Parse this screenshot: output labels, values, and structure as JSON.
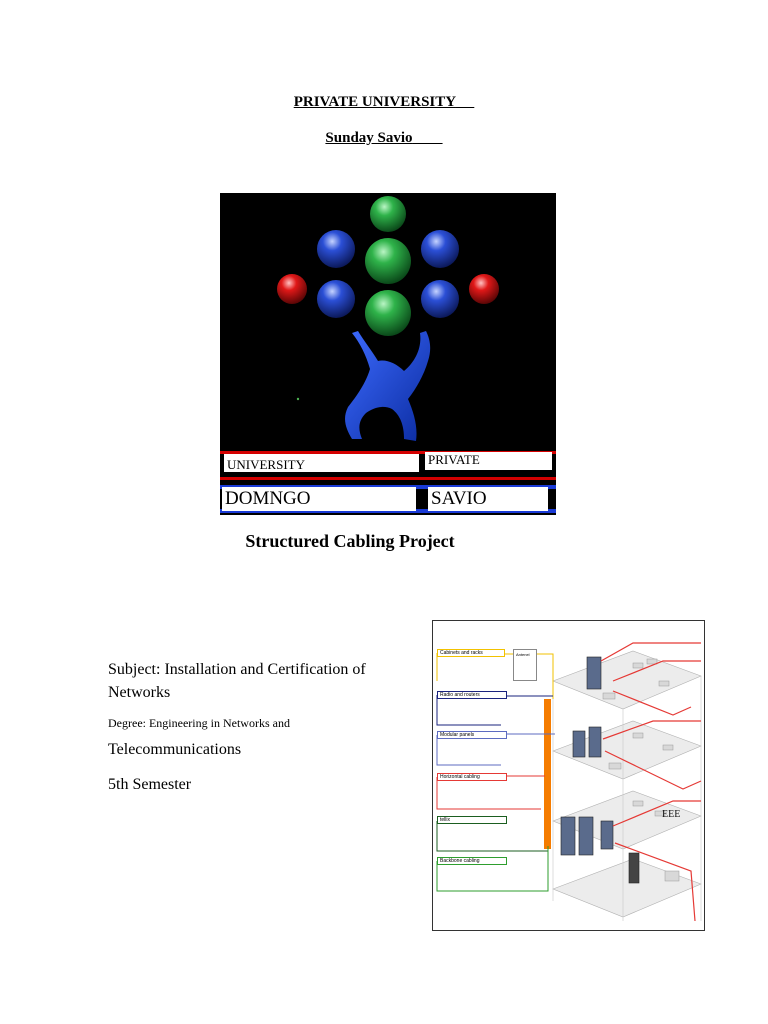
{
  "header": {
    "university": "PRIVATE UNIVERSITY",
    "university_trail": "     ",
    "person": "Sunday Savio",
    "person_trail": "        "
  },
  "logo": {
    "label_top_left": "UNIVERSITY",
    "label_top_right": "PRIVATE",
    "label_bottom_left": "DOMNGO",
    "label_bottom_right": "SAVIO"
  },
  "title": "Structured Cabling Project",
  "info": {
    "subject_line1": "Subject: Installation and Certification of",
    "subject_line2": "Networks",
    "degree_line1": "Degree: Engineering in Networks and",
    "degree_line2": "Telecommunications",
    "semester": "5th Semester"
  },
  "diagram": {
    "labels": [
      "Cabinets and racks",
      "Radio and routers",
      "Modular panels",
      "Horizontal cabling",
      "tellix",
      "Backbone cabling"
    ],
    "legend_box": "Antenel",
    "corner_text": "EEE",
    "colors": {
      "yellow": "#f2c200",
      "navy": "#1a237e",
      "blue": "#5c6bc0",
      "red": "#e53935",
      "darkgreen": "#1b5e20",
      "green": "#2e9e2e",
      "orange": "#f57c00"
    }
  }
}
